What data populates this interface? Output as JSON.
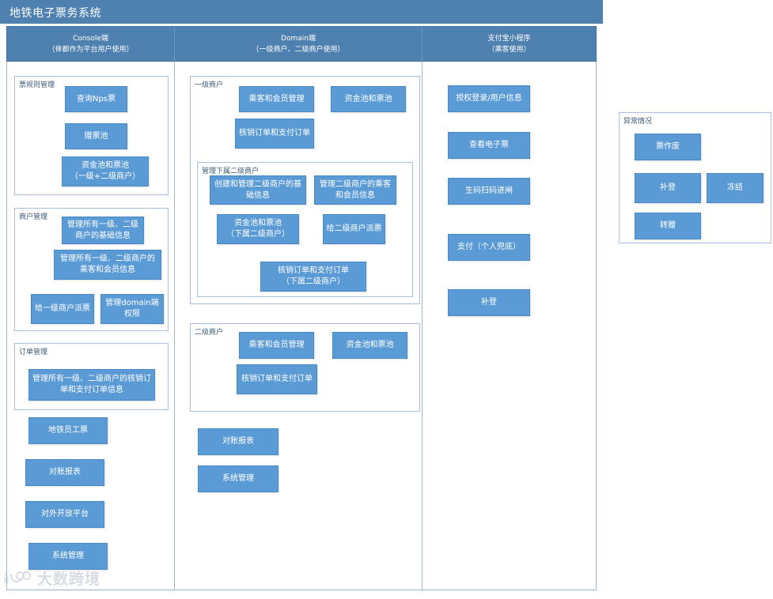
{
  "window": {
    "title": "地铁电子票务系统"
  },
  "columns": [
    {
      "name": "console",
      "line1": "Console端",
      "line2": "（侔都作为平台用户使用）"
    },
    {
      "name": "domain",
      "line1": "Domain端",
      "line2": "（一级商户、二级商户使用）"
    },
    {
      "name": "alipay-miniprogram",
      "line1": "支付宝小程序",
      "line2": "（乘客使用）"
    }
  ],
  "console_column": {
    "ticket_rule_group": {
      "label": "票规则管理",
      "nodes": [
        {
          "label": "查询Nps票"
        },
        {
          "label": "赠票池"
        },
        {
          "label": "资金池和票池\n（一级+二级商户）"
        }
      ]
    },
    "merchant_group": {
      "label": "商户管理",
      "nodes": [
        {
          "label": "管理所有一级、二级商户的基础信息"
        },
        {
          "label": "管理所有一级、二级商户的乘客和会员信息"
        },
        {
          "label": "给一级商户派票"
        },
        {
          "label": "管理domain端权限"
        }
      ]
    },
    "order_group": {
      "label": "订单管理",
      "nodes": [
        {
          "label": "管理所有一级、二级商户的核销订单和支付订单信息"
        }
      ]
    },
    "standalone_nodes": [
      {
        "label": "地铁员工票"
      },
      {
        "label": "对账报表"
      },
      {
        "label": "对外开放平台"
      },
      {
        "label": "系统管理"
      }
    ]
  },
  "domain_column": {
    "primary_merchant_group": {
      "label": "一级商户",
      "nodes": [
        {
          "label": "乘客和会员管理"
        },
        {
          "label": "资金池和票池"
        },
        {
          "label": "核销订单和支付订单"
        }
      ],
      "sub_group": {
        "label": "管理下属二级商户",
        "nodes": [
          {
            "label": "创建和管理二级商户的基础信息"
          },
          {
            "label": "管理二级商户的乘客和会员信息"
          },
          {
            "label": "资金池和票池\n（下属二级商户）"
          },
          {
            "label": "给二级商户派票"
          },
          {
            "label": "核销订单和支付订单\n（下属二级商户）"
          }
        ]
      }
    },
    "secondary_merchant_group": {
      "label": "二级商户",
      "nodes": [
        {
          "label": "乘客和会员管理"
        },
        {
          "label": "资金池和票池"
        },
        {
          "label": "核销订单和支付订单"
        }
      ]
    },
    "standalone_nodes": [
      {
        "label": "对账报表"
      },
      {
        "label": "系统管理"
      }
    ]
  },
  "alipay_column": {
    "nodes": [
      {
        "label": "授权登录/用户信息"
      },
      {
        "label": "查看电子票"
      },
      {
        "label": "生码扫码进闸"
      },
      {
        "label": "支付（个人兜底）"
      },
      {
        "label": "补登"
      }
    ]
  },
  "exception_panel": {
    "label": "异常情况",
    "nodes": [
      {
        "label": "票作废"
      },
      {
        "label": "补登"
      },
      {
        "label": "冻结"
      },
      {
        "label": "转赠"
      }
    ]
  },
  "watermark": {
    "text": "大数跨境",
    "badge": "大数"
  },
  "colors": {
    "header_blue": "#4f81b0",
    "node_blue": "#5b9bd5",
    "group_border": "#a7c0dc",
    "frame_border": "#9bb7d4"
  }
}
